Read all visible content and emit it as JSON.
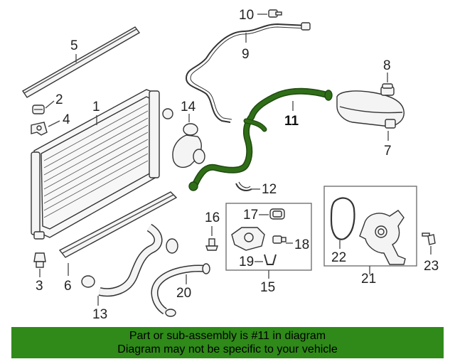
{
  "callouts": {
    "c1": "1",
    "c2": "2",
    "c3": "3",
    "c4": "4",
    "c5": "5",
    "c6": "6",
    "c7": "7",
    "c8": "8",
    "c9": "9",
    "c10": "10",
    "c11": "11",
    "c12": "12",
    "c13": "13",
    "c14": "14",
    "c15": "15",
    "c16": "16",
    "c17": "17",
    "c18": "18",
    "c19": "19",
    "c20": "20",
    "c21": "21",
    "c22": "22",
    "c23": "23"
  },
  "highlight_color": "#2f6e17",
  "banner": {
    "line1": "Part or sub-assembly is #11 in diagram",
    "line2": "Diagram may not be specific to your vehicle",
    "background": "#2f8a19"
  }
}
